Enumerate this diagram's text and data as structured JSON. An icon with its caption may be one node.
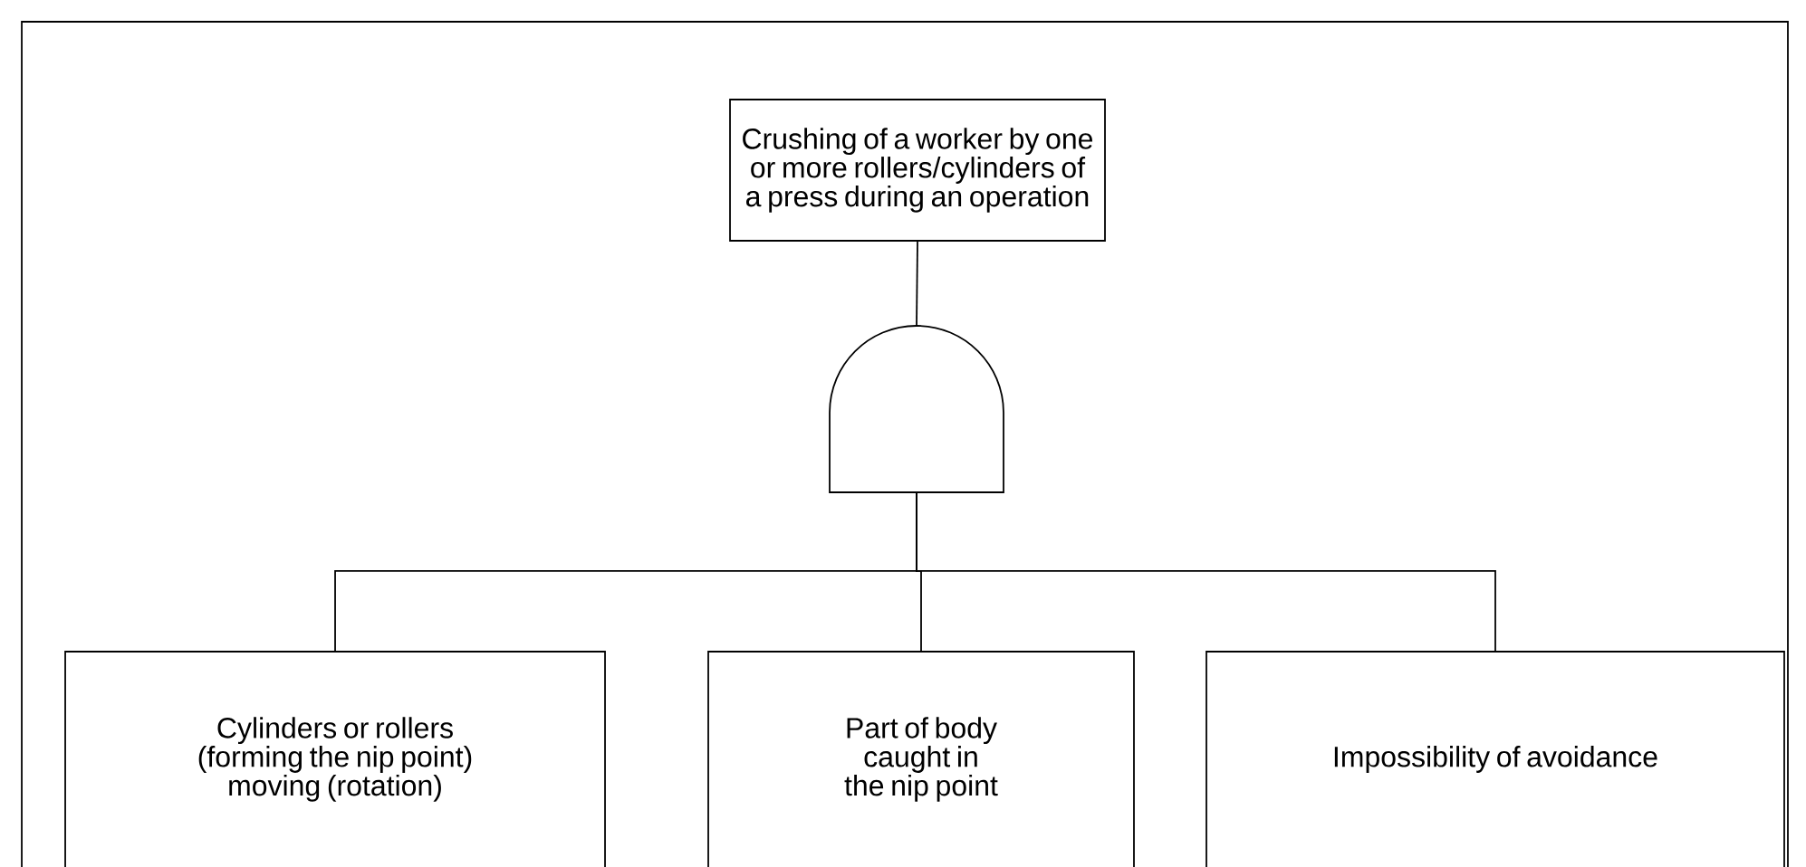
{
  "diagram": {
    "nodes": [
      {
        "text": [
          "Crushing of a worker by one or more rollers/cylinders of a press during an operation"
        ]
      },
      {
        "text": [],
        "shape": "gate"
      },
      {
        "text": [
          "Cylinders or rollers (forming the nip point) moving (rotation)"
        ]
      },
      {
        "text": [
          "Part of body caught in the nip point"
        ]
      },
      {
        "text": [
          "Impossibility of avoidance"
        ]
      }
    ],
    "edges": [
      {
        "from": 0,
        "to": 1,
        "arrow": "none"
      },
      {
        "from": 1,
        "to": 2,
        "arrow": "none"
      },
      {
        "from": 1,
        "to": 3,
        "arrow": "none"
      },
      {
        "from": 1,
        "to": 4,
        "arrow": "none"
      }
    ]
  }
}
